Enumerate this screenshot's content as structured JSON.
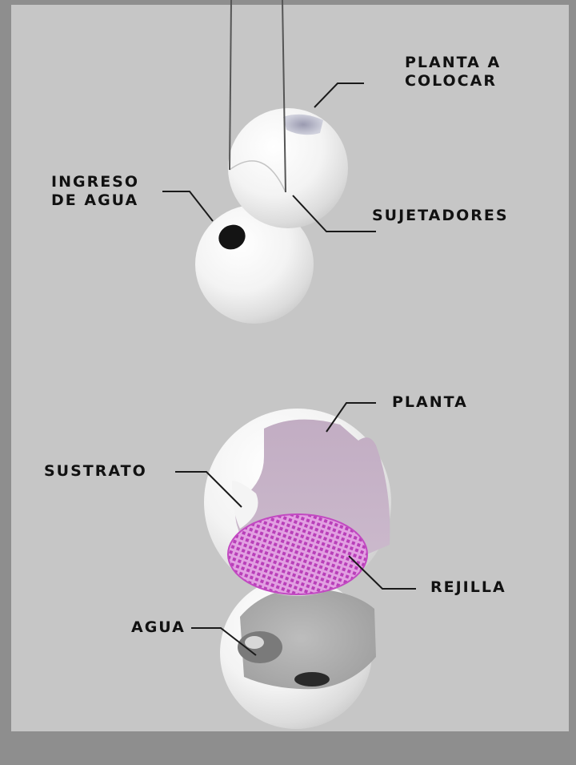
{
  "colors": {
    "outer_frame": "#8e8e8e",
    "panel_background": "#c6c6c6",
    "sphere_white": "#f7f7f7",
    "plant_region": "#c7b3c8",
    "grid_mesh": "#d062d0",
    "label_text": "#111111"
  },
  "diagram": {
    "top_assembly": {
      "labels": {
        "planta_a_colocar": [
          "PLANTA A",
          "COLOCAR"
        ],
        "ingreso_de_agua": [
          "INGRESO",
          "DE AGUA"
        ],
        "sujetadores": "SUJETADORES"
      }
    },
    "bottom_assembly": {
      "labels": {
        "planta": "PLANTA",
        "sustrato": "SUSTRATO",
        "rejilla": "REJILLA",
        "agua": "AGUA"
      }
    }
  }
}
